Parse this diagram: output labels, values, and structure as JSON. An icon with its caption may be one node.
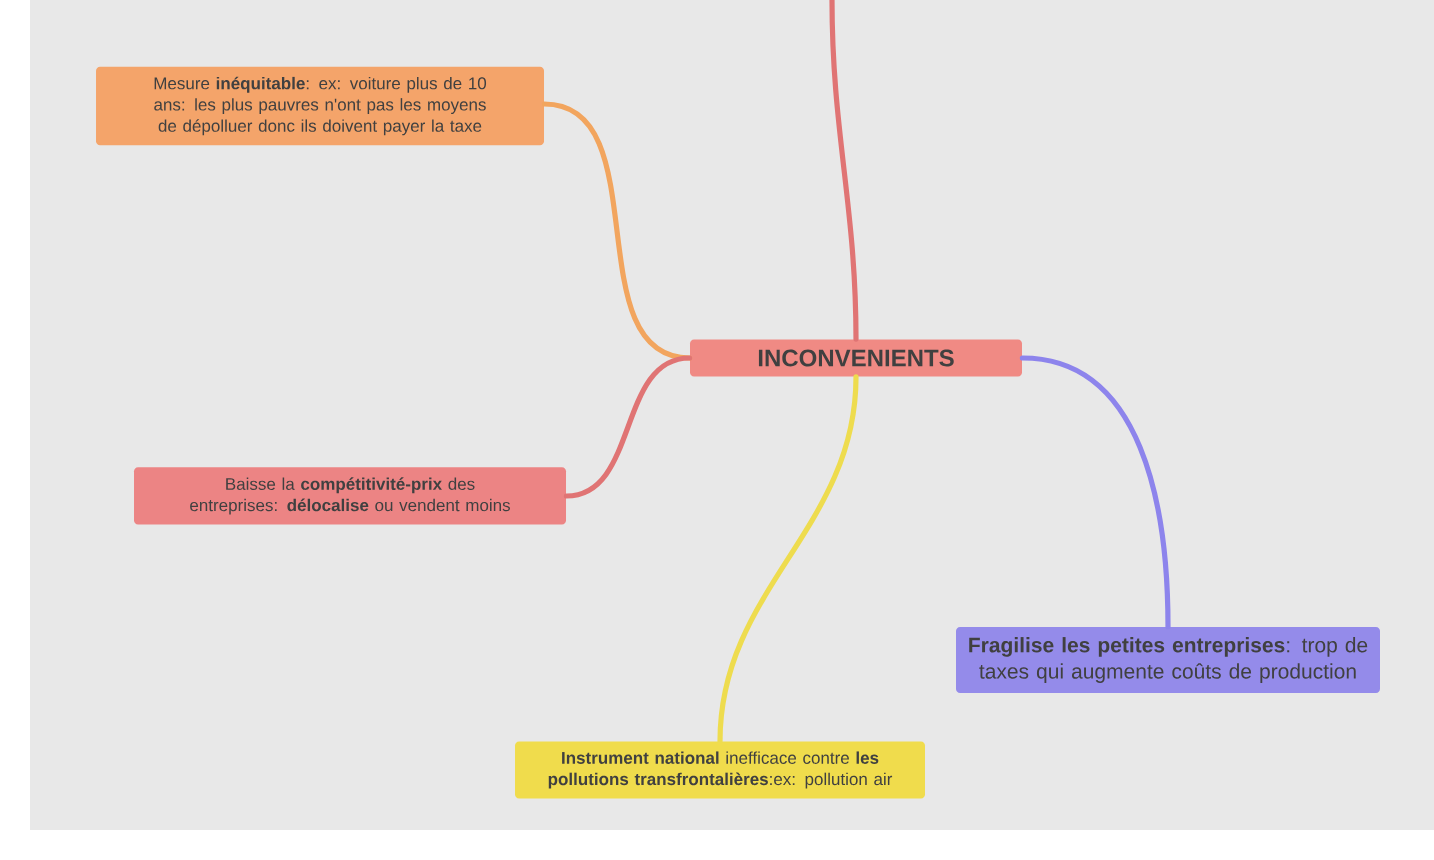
{
  "diagram": {
    "nodes": [
      {
        "text": [
          "INCONVENIENTS"
        ]
      },
      {
        "text": [
          "Mesure **inéquitable**: ex: voiture plus de 10 ans: les plus pauvres n'ont pas les moyens de dépolluer donc ils doivent payer la taxe"
        ]
      },
      {
        "text": [
          "Baisse la **compétitivité-prix** des entreprises: **délocalise** ou vendent moins"
        ]
      },
      {
        "text": [
          "**Fragilise les petites entreprises**: trop de taxes qui augmente coûts de production"
        ]
      },
      {
        "text": [
          "**Instrument national** inefficace contre **les pollutions transfrontalières**:ex: pollution air"
        ]
      }
    ],
    "edges": [
      {
        "from": null,
        "to": 0,
        "arrow": "none",
        "color": "#e07474"
      },
      {
        "from": 0,
        "to": 1,
        "arrow": "none",
        "color": "#f2a55e"
      },
      {
        "from": 0,
        "to": 2,
        "arrow": "none",
        "color": "#e07474"
      },
      {
        "from": 0,
        "to": 3,
        "arrow": "none",
        "color": "#8d84ec"
      },
      {
        "from": 0,
        "to": 4,
        "arrow": "none",
        "color": "#eedc4e"
      }
    ]
  }
}
